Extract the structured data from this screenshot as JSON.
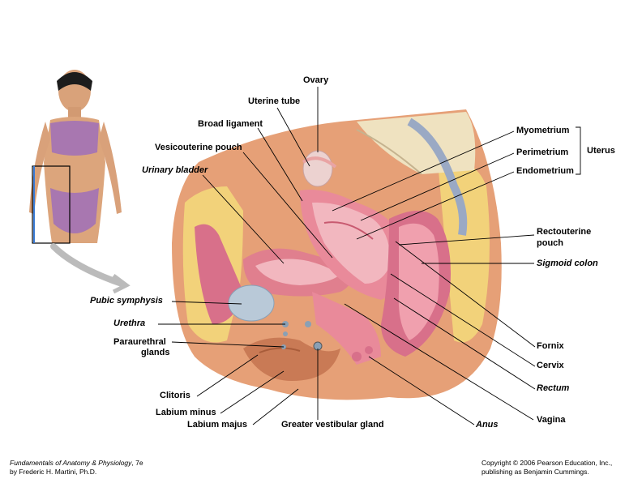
{
  "colors": {
    "skin": "#e6a077",
    "skin_dark": "#c97a55",
    "fat": "#f2d27a",
    "muscle_pink": "#e98a9a",
    "uterus_pink": "#f2b7bf",
    "bone": "#efe2c0",
    "bladder_blue": "#b9c9d8"
  },
  "labels": {
    "ovary": "Ovary",
    "uterine_tube": "Uterine tube",
    "broad_ligament": "Broad  ligament",
    "vesicouterine_pouch": "Vesicouterine pouch",
    "urinary_bladder": "Urinary bladder",
    "myometrium": "Myometrium",
    "perimetrium": "Perimetrium",
    "endometrium": "Endometrium",
    "uterus": "Uterus",
    "rectouterine_pouch_1": "Rectouterine",
    "rectouterine_pouch_2": "pouch",
    "sigmoid_colon": "Sigmoid colon",
    "pubic_symphysis": "Pubic  symphysis",
    "urethra": "Urethra",
    "paraurethral_1": "Paraurethral",
    "paraurethral_2": "glands",
    "fornix": "Fornix",
    "cervix": "Cervix",
    "rectum": "Rectum",
    "clitoris": "Clitoris",
    "labium_minus": "Labium minus",
    "labium_majus": "Labium majus",
    "greater_vestibular_gland": "Greater vestibular gland",
    "anus": "Anus",
    "vagina": "Vagina"
  },
  "footer": {
    "book_title": "Fundamentals of Anatomy & Physiology",
    "edition": ", 7e",
    "author": "by Frederic H. Martini, Ph.D.",
    "copyright_1": "Copyright © 2006 Pearson Education, Inc.,",
    "copyright_2": "publishing as Benjamin Cummings."
  }
}
